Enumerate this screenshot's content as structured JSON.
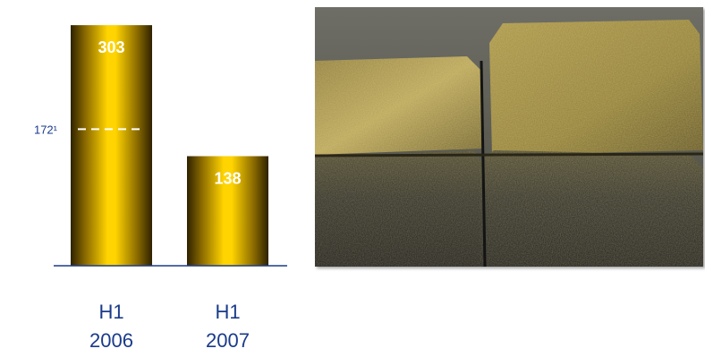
{
  "chart_data": {
    "type": "bar",
    "categories": [
      [
        "H1",
        "2006"
      ],
      [
        "H1",
        "2007"
      ]
    ],
    "values": [
      303,
      138
    ],
    "value_labels": [
      "303",
      "138"
    ],
    "reference_line": {
      "value": 172,
      "label": "172¹"
    },
    "ylim": [
      0,
      325
    ],
    "colors": {
      "bar_light": "#ffd400",
      "bar_dark": "#3a2a00",
      "axis": "#1a3a8a",
      "text": "#1a3a8a",
      "value_text": "#ffffff"
    }
  },
  "photo": {
    "icon": "gold-bars-photo"
  }
}
